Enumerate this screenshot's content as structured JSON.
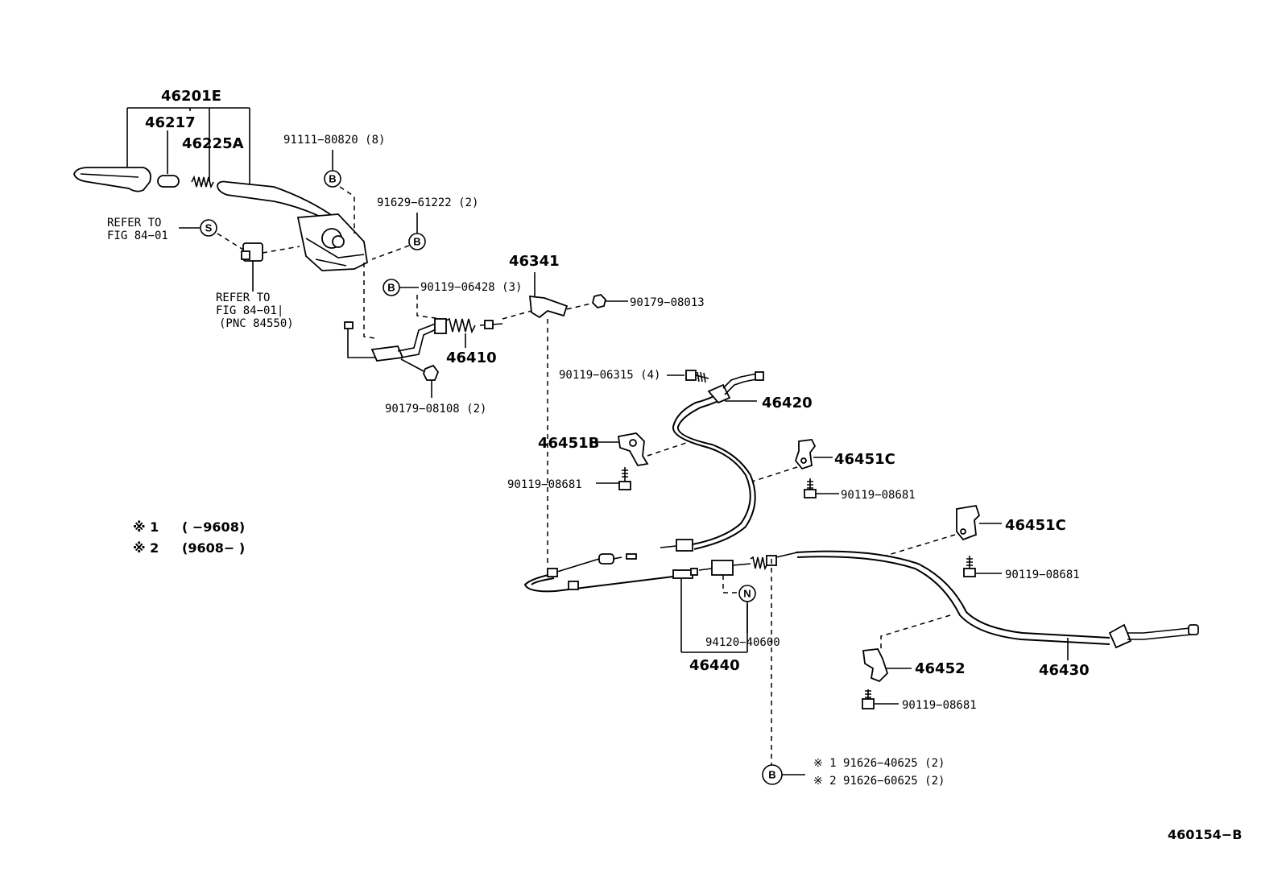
{
  "parts": {
    "p46201E": "46201E",
    "p46217": "46217",
    "p46225A": "46225A",
    "p91111": "91111−80820 (8)",
    "p91629": "91629−61222 (2)",
    "refer1_a": "REFER TO",
    "refer1_b": "FIG 84−01",
    "refer2_a": "REFER TO",
    "refer2_b": "FIG 84−01|",
    "refer2_c": "(PNC 84550)",
    "p46341": "46341",
    "p90119_06428": "90119−06428 (3)",
    "p90179_08013": "90179−08013",
    "p46410": "46410",
    "p90179_08108": "90179−08108 (2)",
    "p90119_06315": "90119−06315 (4)",
    "p46420": "46420",
    "p46451B": "46451B",
    "p90119_08681_a": "90119−08681",
    "p46451C_a": "46451C",
    "p90119_08681_b": "90119−08681",
    "p46451C_b": "46451C",
    "p90119_08681_c": "90119−08681",
    "p94120": "94120−40600",
    "p46440": "46440",
    "p46452": "46452",
    "p90119_08681_d": "90119−08681",
    "p46430": "46430",
    "b_note1": "※ 1  91626−40625 (2)",
    "b_note2": "※ 2  91626−60625 (2)"
  },
  "notes": {
    "n1_mark": "※ 1",
    "n1_range": "(      −9608)",
    "n2_mark": "※ 2",
    "n2_range": "(9608−      )"
  },
  "markers": {
    "B": "B",
    "S": "S",
    "N": "N"
  },
  "code": "460154−B"
}
